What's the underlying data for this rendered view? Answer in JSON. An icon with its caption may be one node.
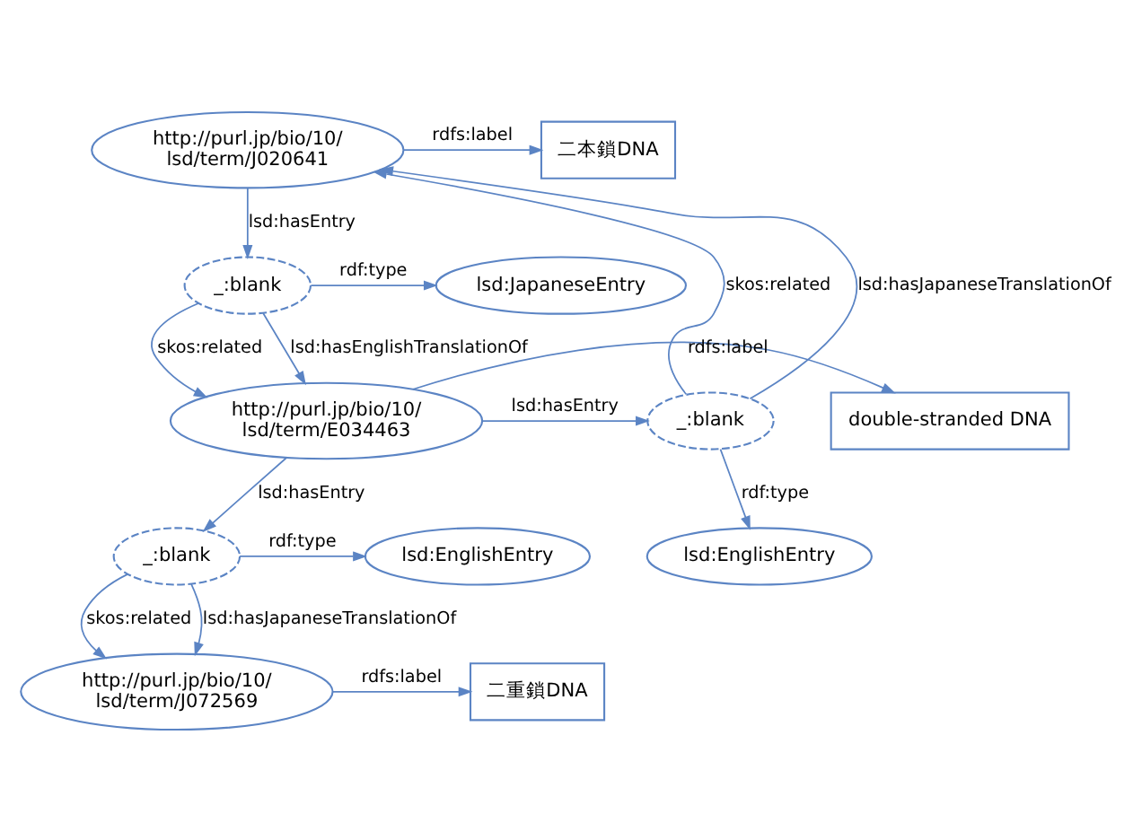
{
  "diagram": {
    "nodes": [
      {
        "text": [
          "二本鎖DNA"
        ]
      },
      {
        "text": [
          "http://purl.jp/bio/10/ lsd/term/J020641"
        ]
      },
      {
        "text": [
          "lsd:JapaneseEntry"
        ]
      },
      {
        "text": [
          "_:blank"
        ]
      },
      {
        "text": [
          "double-stranded DNA"
        ]
      },
      {
        "text": [
          "http://purl.jp/bio/10/ lsd/term/E034463"
        ]
      },
      {
        "text": [
          "_:blank"
        ]
      },
      {
        "text": [
          "lsd:EnglishEntry"
        ]
      },
      {
        "text": [
          "lsd:EnglishEntry"
        ]
      },
      {
        "text": [
          "_:blank"
        ]
      },
      {
        "text": [
          "二重鎖DNA"
        ]
      },
      {
        "text": [
          "http://purl.jp/bio/10/ lsd/term/J072569"
        ]
      }
    ],
    "edges": [
      {
        "from": 1,
        "to": 0,
        "arrow": "to",
        "label": "rdfs:label"
      },
      {
        "from": 1,
        "to": 3,
        "arrow": "to",
        "label": "lsd:hasEntry"
      },
      {
        "from": 3,
        "to": 2,
        "arrow": "to",
        "label": "rdf:type"
      },
      {
        "from": 3,
        "to": 5,
        "arrow": "to",
        "label": "skos:related"
      },
      {
        "from": 3,
        "to": 5,
        "arrow": "to",
        "label": "lsd:hasEnglishTranslationOf"
      },
      {
        "from": 5,
        "to": 4,
        "arrow": "to",
        "label": "rdfs:label"
      },
      {
        "from": 5,
        "to": 6,
        "arrow": "to",
        "label": "lsd:hasEntry"
      },
      {
        "from": 6,
        "to": 1,
        "arrow": "to",
        "label": "skos:related"
      },
      {
        "from": 6,
        "to": 1,
        "arrow": "to",
        "label": "lsd:hasJapaneseTranslationOf"
      },
      {
        "from": 6,
        "to": 7,
        "arrow": "to",
        "label": "rdf:type"
      },
      {
        "from": 5,
        "to": 9,
        "arrow": "to",
        "label": "lsd:hasEntry"
      },
      {
        "from": 9,
        "to": 8,
        "arrow": "to",
        "label": "rdf:type"
      },
      {
        "from": 9,
        "to": 11,
        "arrow": "to",
        "label": "skos:related"
      },
      {
        "from": 9,
        "to": 11,
        "arrow": "to",
        "label": "lsd:hasJapaneseTranslationOf"
      },
      {
        "from": 11,
        "to": 10,
        "arrow": "to",
        "label": "rdfs:label"
      }
    ]
  }
}
